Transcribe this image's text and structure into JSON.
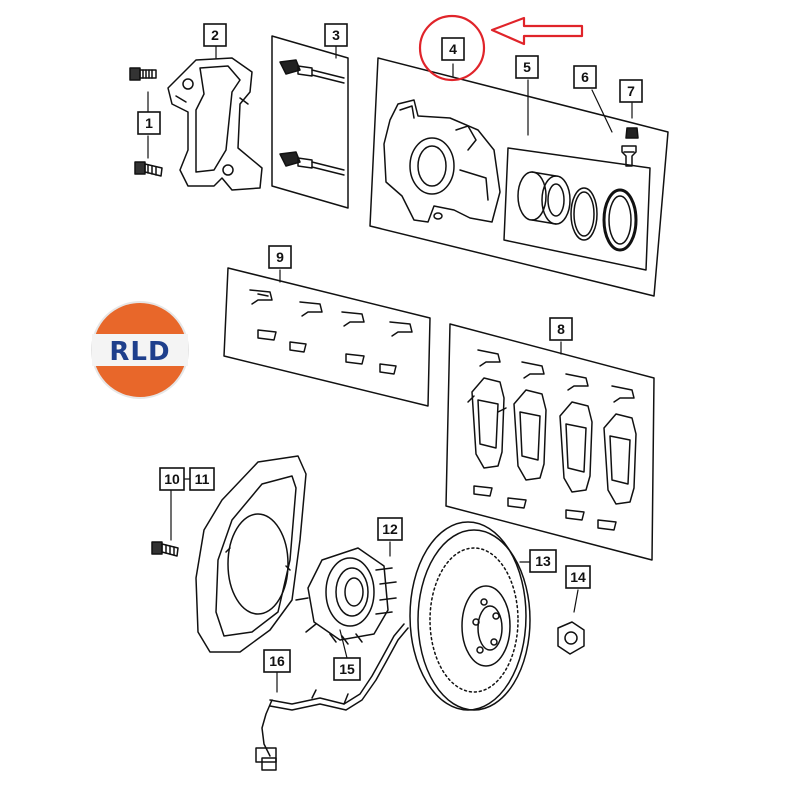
{
  "diagram": {
    "callouts": [
      {
        "id": "1",
        "label": "1"
      },
      {
        "id": "2",
        "label": "2"
      },
      {
        "id": "3",
        "label": "3"
      },
      {
        "id": "4",
        "label": "4"
      },
      {
        "id": "5",
        "label": "5"
      },
      {
        "id": "6",
        "label": "6"
      },
      {
        "id": "7",
        "label": "7"
      },
      {
        "id": "8",
        "label": "8"
      },
      {
        "id": "9",
        "label": "9"
      },
      {
        "id": "10",
        "label": "10"
      },
      {
        "id": "11",
        "label": "11"
      },
      {
        "id": "12",
        "label": "12"
      },
      {
        "id": "13",
        "label": "13"
      },
      {
        "id": "14",
        "label": "14"
      },
      {
        "id": "15",
        "label": "15"
      },
      {
        "id": "16",
        "label": "16"
      }
    ],
    "highlighted_callout": "4",
    "highlight_color": "#e0242a"
  },
  "logo": {
    "text": "RLD",
    "colors": {
      "orange": "#e8672a",
      "navy": "#1e3f8c",
      "ring": "#f2f2f2"
    }
  }
}
